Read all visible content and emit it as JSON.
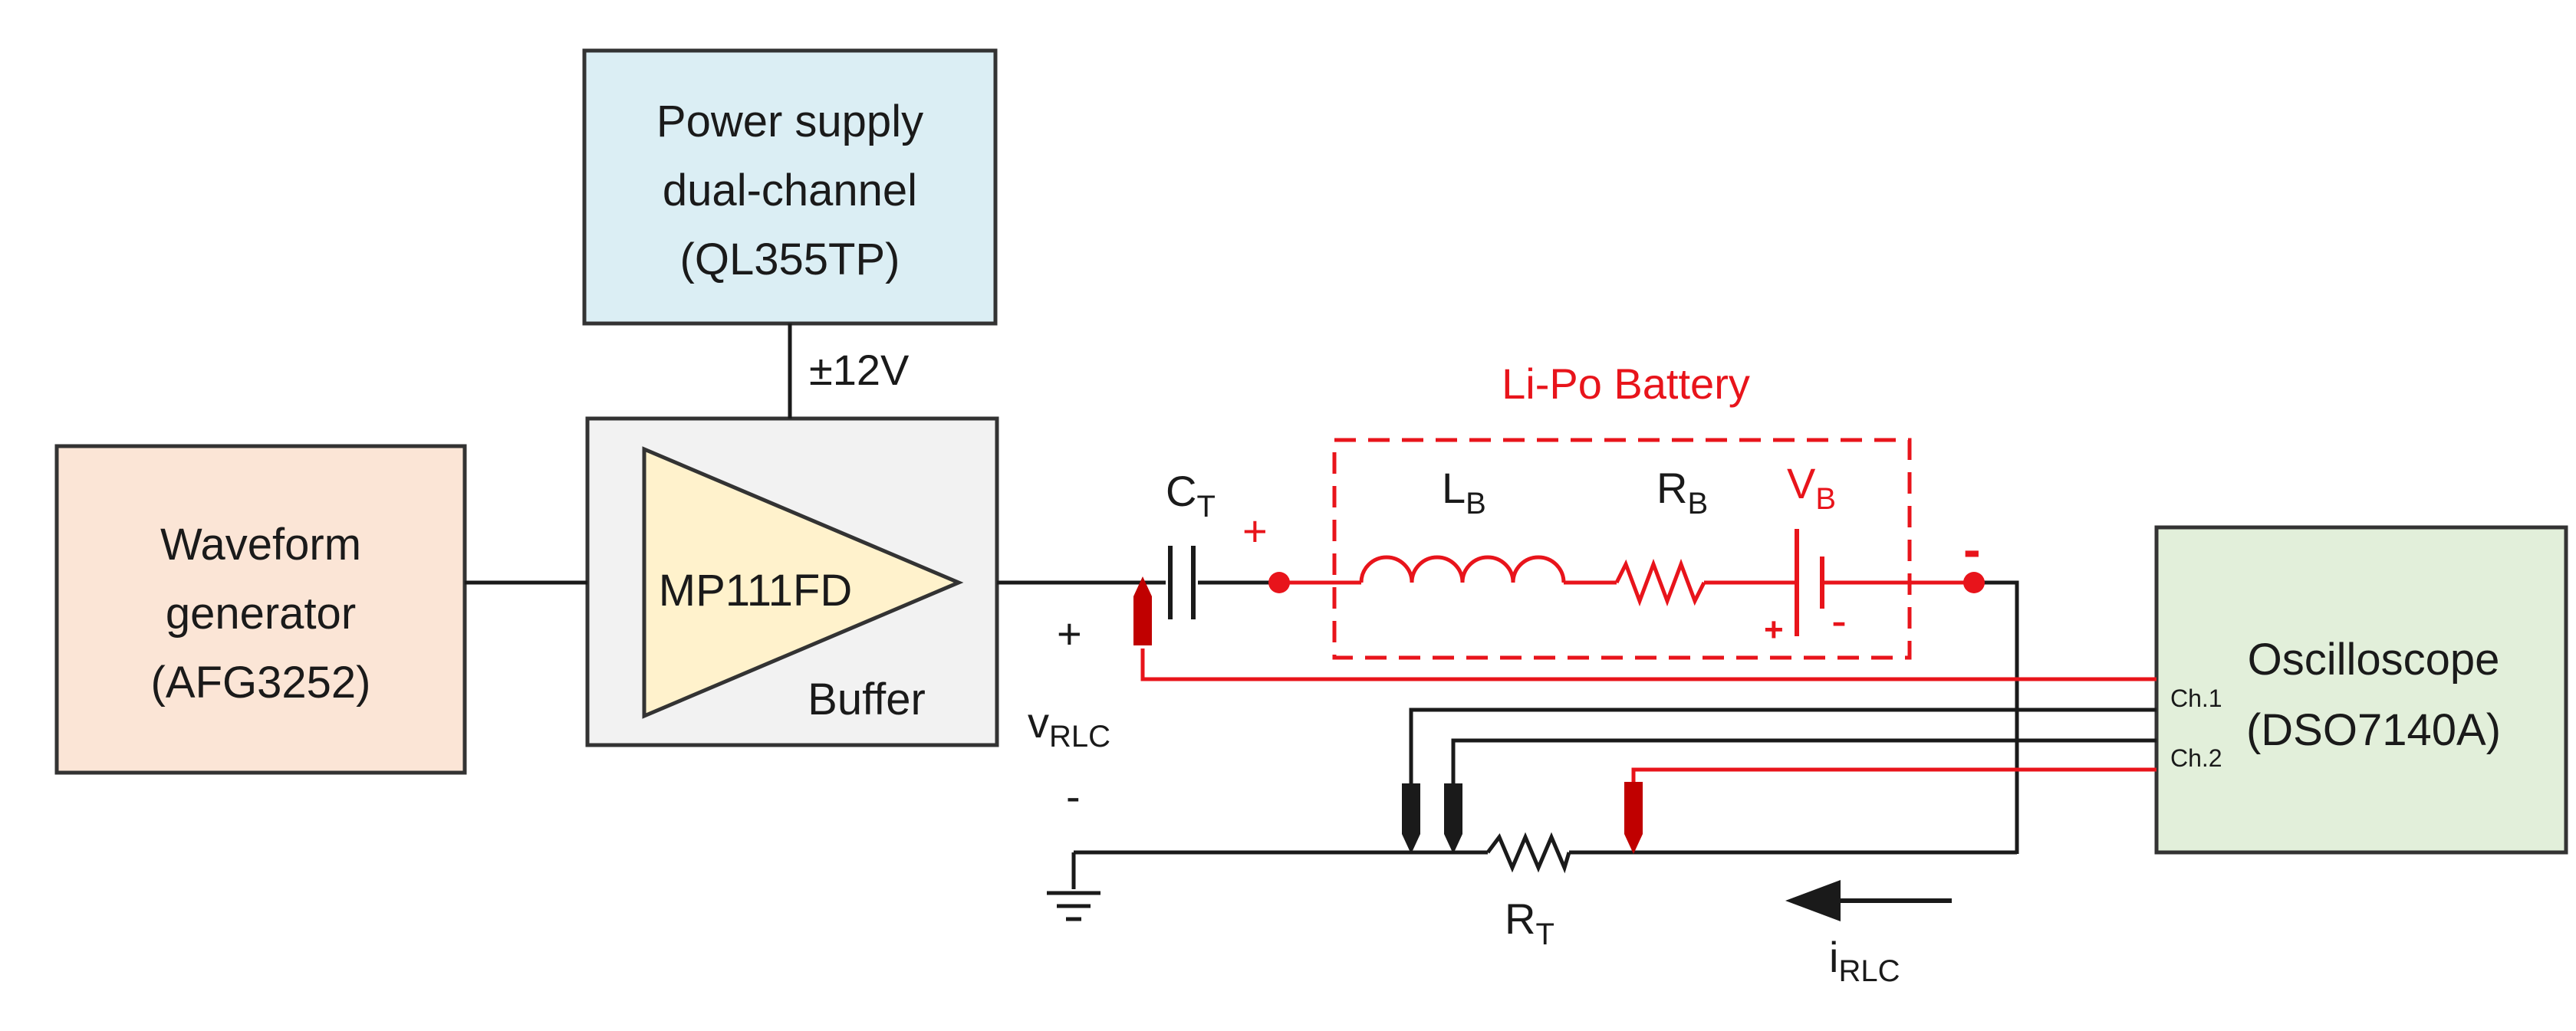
{
  "blocks": {
    "power_supply": [
      "Power supply",
      "dual-channel",
      "(QL355TP)"
    ],
    "waveform_generator": [
      "Waveform",
      "generator",
      "(AFG3252)"
    ],
    "buffer_amp": "MP111FD",
    "buffer_label": "Buffer",
    "oscilloscope": [
      "Oscilloscope",
      "(DSO7140A)"
    ]
  },
  "labels": {
    "supply_voltage": "±12V",
    "battery_title": "Li-Po Battery",
    "ct": {
      "main": "C",
      "sub": "T"
    },
    "lb": {
      "main": "L",
      "sub": "B"
    },
    "rb": {
      "main": "R",
      "sub": "B"
    },
    "vb": {
      "main": "V",
      "sub": "B"
    },
    "rt": {
      "main": "R",
      "sub": "T"
    },
    "vrlc": {
      "main": "v",
      "sub": "RLC"
    },
    "irlc": {
      "main": "i",
      "sub": "RLC"
    },
    "plus": "+",
    "minus": "-",
    "battery_plus": "+",
    "battery_minus": "-",
    "ch1": "Ch.1",
    "ch2": "Ch.2"
  },
  "colors": {
    "wire": "#1a1a1a",
    "red": "#e8141b",
    "probe_red": "#c00000",
    "power_fill": "#dbeef4",
    "wavegen_fill": "#fbe5d6",
    "buffer_fill": "#f2f2f2",
    "triangle_fill": "#fff2cc",
    "scope_fill": "#e2efda"
  }
}
